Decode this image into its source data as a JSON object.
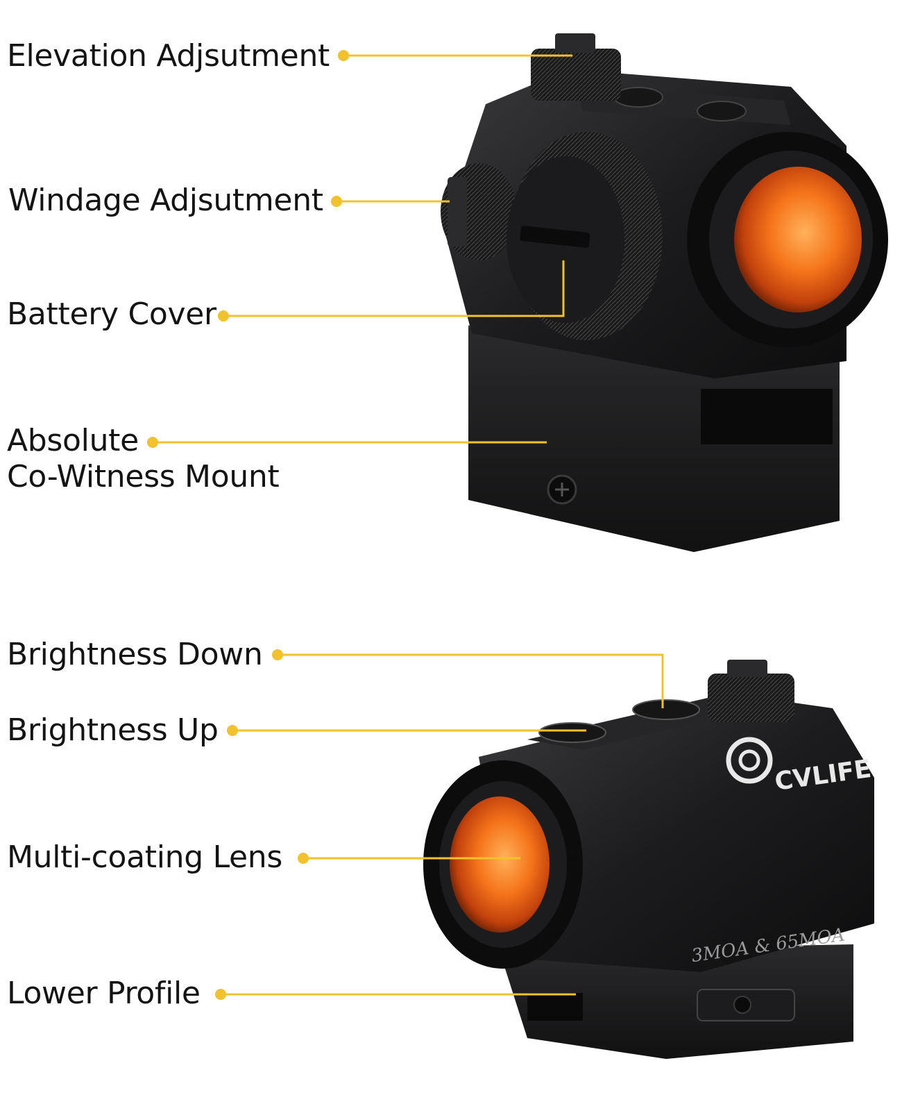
{
  "accent_color": "#F2C12E",
  "top_scope": {
    "callouts": [
      {
        "label": "Elevation Adjsutment"
      },
      {
        "label": "Windage Adjsutment"
      },
      {
        "label": "Battery Cover"
      },
      {
        "label_line1": "Absolute",
        "label_line2": "Co-Witness Mount"
      }
    ]
  },
  "bottom_scope": {
    "callouts": [
      {
        "label": "Brightness Down"
      },
      {
        "label": "Brightness Up"
      },
      {
        "label": "Multi-coating Lens"
      },
      {
        "label": "Lower Profile"
      }
    ],
    "brand_logo": "CVLIFE",
    "engraving": "3MOA & 65MOA"
  }
}
